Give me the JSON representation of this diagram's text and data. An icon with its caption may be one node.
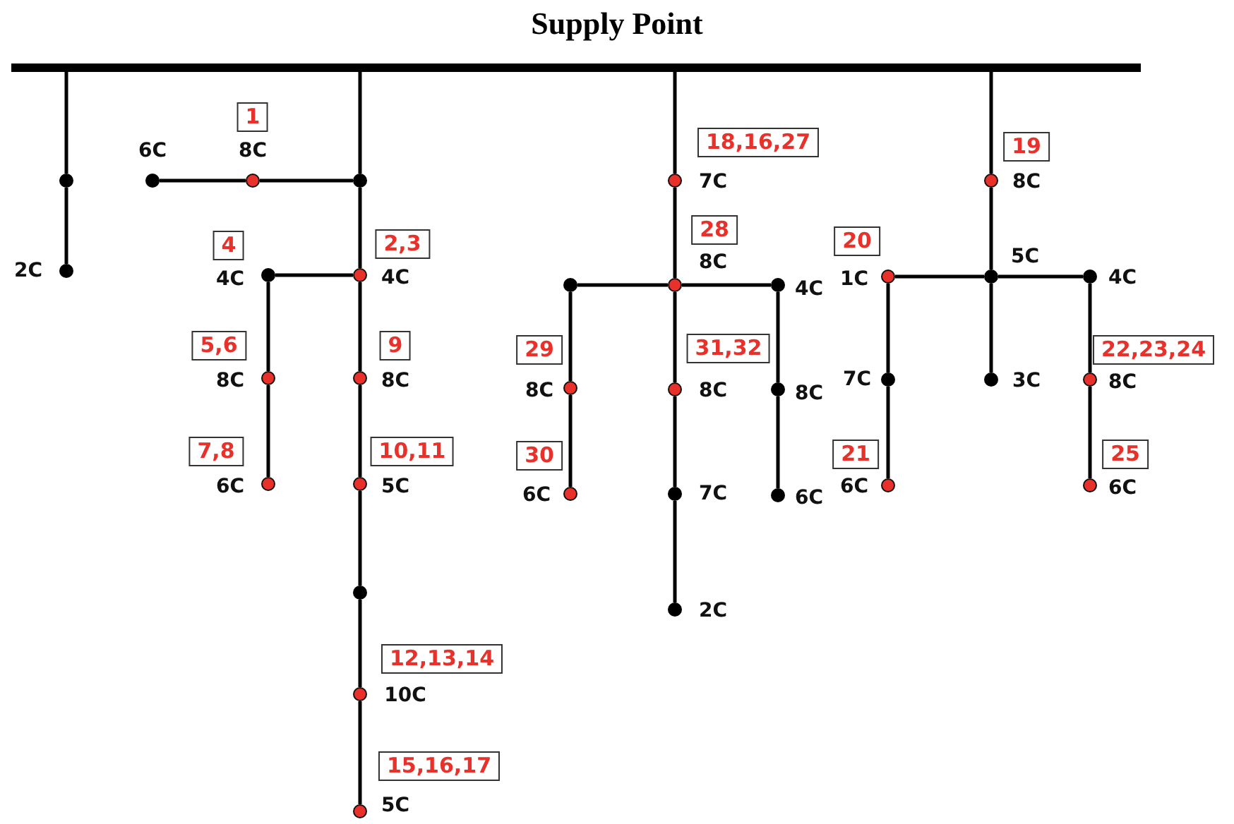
{
  "diagram": {
    "title": "Supply Point",
    "nodes": [
      {
        "text": [],
        "shape": "bar"
      },
      {
        "text": [],
        "shape": "circle"
      },
      {
        "text": [],
        "shape": "circle",
        "beside": [
          "2C"
        ]
      },
      {
        "text": [],
        "shape": "circle"
      },
      {
        "text": [],
        "shape": "circle",
        "beside": [
          "1",
          "8C"
        ]
      },
      {
        "text": [],
        "shape": "circle",
        "beside": [
          "6C"
        ]
      },
      {
        "text": [],
        "shape": "circle",
        "beside": [
          "2,3",
          "4C"
        ]
      },
      {
        "text": [],
        "shape": "circle",
        "beside": [
          "4",
          "4C"
        ]
      },
      {
        "text": [],
        "shape": "circle",
        "beside": [
          "5,6",
          "8C"
        ]
      },
      {
        "text": [],
        "shape": "circle",
        "beside": [
          "7,8",
          "6C"
        ]
      },
      {
        "text": [],
        "shape": "circle",
        "beside": [
          "9",
          "8C"
        ]
      },
      {
        "text": [],
        "shape": "circle",
        "beside": [
          "10,11",
          "5C"
        ]
      },
      {
        "text": [],
        "shape": "circle"
      },
      {
        "text": [],
        "shape": "circle",
        "beside": [
          "12,13,14",
          "10C"
        ]
      },
      {
        "text": [],
        "shape": "circle",
        "beside": [
          "15,16,17",
          "5C"
        ]
      },
      {
        "text": [],
        "shape": "circle",
        "beside": [
          "18,16,27",
          "7C"
        ]
      },
      {
        "text": [],
        "shape": "circle",
        "beside": [
          "28",
          "8C"
        ]
      },
      {
        "text": [],
        "shape": "circle"
      },
      {
        "text": [],
        "shape": "circle",
        "beside": [
          "29",
          "8C"
        ]
      },
      {
        "text": [],
        "shape": "circle",
        "beside": [
          "30",
          "6C"
        ]
      },
      {
        "text": [],
        "shape": "circle",
        "beside": [
          "4C"
        ]
      },
      {
        "text": [],
        "shape": "circle",
        "beside": [
          "8C"
        ]
      },
      {
        "text": [],
        "shape": "circle",
        "beside": [
          "6C"
        ]
      },
      {
        "text": [],
        "shape": "circle",
        "beside": [
          "31,32",
          "8C"
        ]
      },
      {
        "text": [],
        "shape": "circle",
        "beside": [
          "7C"
        ]
      },
      {
        "text": [],
        "shape": "circle",
        "beside": [
          "2C"
        ]
      },
      {
        "text": [],
        "shape": "circle",
        "beside": [
          "19",
          "8C"
        ]
      },
      {
        "text": [],
        "shape": "circle",
        "beside": [
          "5C"
        ]
      },
      {
        "text": [],
        "shape": "circle",
        "beside": [
          "20",
          "1C"
        ]
      },
      {
        "text": [],
        "shape": "circle",
        "beside": [
          "7C"
        ]
      },
      {
        "text": [],
        "shape": "circle",
        "beside": [
          "21",
          "6C"
        ]
      },
      {
        "text": [],
        "shape": "circle",
        "beside": [
          "3C"
        ]
      },
      {
        "text": [],
        "shape": "circle",
        "beside": [
          "4C"
        ]
      },
      {
        "text": [],
        "shape": "circle",
        "beside": [
          "22,23,24",
          "8C"
        ]
      },
      {
        "text": [],
        "shape": "circle",
        "beside": [
          "25",
          "6C"
        ]
      }
    ],
    "edges": [
      {
        "from": 0,
        "to": 1,
        "arrow": "none"
      },
      {
        "from": 1,
        "to": 2,
        "arrow": "none"
      },
      {
        "from": 0,
        "to": 3,
        "arrow": "none"
      },
      {
        "from": 3,
        "to": 4,
        "arrow": "none"
      },
      {
        "from": 4,
        "to": 5,
        "arrow": "none"
      },
      {
        "from": 3,
        "to": 6,
        "arrow": "none"
      },
      {
        "from": 6,
        "to": 7,
        "arrow": "none"
      },
      {
        "from": 7,
        "to": 8,
        "arrow": "none"
      },
      {
        "from": 8,
        "to": 9,
        "arrow": "none"
      },
      {
        "from": 6,
        "to": 10,
        "arrow": "none"
      },
      {
        "from": 10,
        "to": 11,
        "arrow": "none"
      },
      {
        "from": 11,
        "to": 12,
        "arrow": "none"
      },
      {
        "from": 12,
        "to": 13,
        "arrow": "none"
      },
      {
        "from": 13,
        "to": 14,
        "arrow": "none"
      },
      {
        "from": 0,
        "to": 15,
        "arrow": "none"
      },
      {
        "from": 15,
        "to": 16,
        "arrow": "none"
      },
      {
        "from": 16,
        "to": 17,
        "arrow": "none"
      },
      {
        "from": 17,
        "to": 18,
        "arrow": "none"
      },
      {
        "from": 18,
        "to": 19,
        "arrow": "none"
      },
      {
        "from": 16,
        "to": 20,
        "arrow": "none"
      },
      {
        "from": 20,
        "to": 21,
        "arrow": "none"
      },
      {
        "from": 21,
        "to": 22,
        "arrow": "none"
      },
      {
        "from": 16,
        "to": 23,
        "arrow": "none"
      },
      {
        "from": 23,
        "to": 24,
        "arrow": "none"
      },
      {
        "from": 24,
        "to": 25,
        "arrow": "none"
      },
      {
        "from": 0,
        "to": 26,
        "arrow": "none"
      },
      {
        "from": 26,
        "to": 27,
        "arrow": "none"
      },
      {
        "from": 27,
        "to": 28,
        "arrow": "none"
      },
      {
        "from": 28,
        "to": 29,
        "arrow": "none"
      },
      {
        "from": 29,
        "to": 30,
        "arrow": "none"
      },
      {
        "from": 27,
        "to": 31,
        "arrow": "none"
      },
      {
        "from": 27,
        "to": 32,
        "arrow": "none"
      },
      {
        "from": 32,
        "to": 33,
        "arrow": "none"
      },
      {
        "from": 33,
        "to": 34,
        "arrow": "none"
      }
    ]
  }
}
